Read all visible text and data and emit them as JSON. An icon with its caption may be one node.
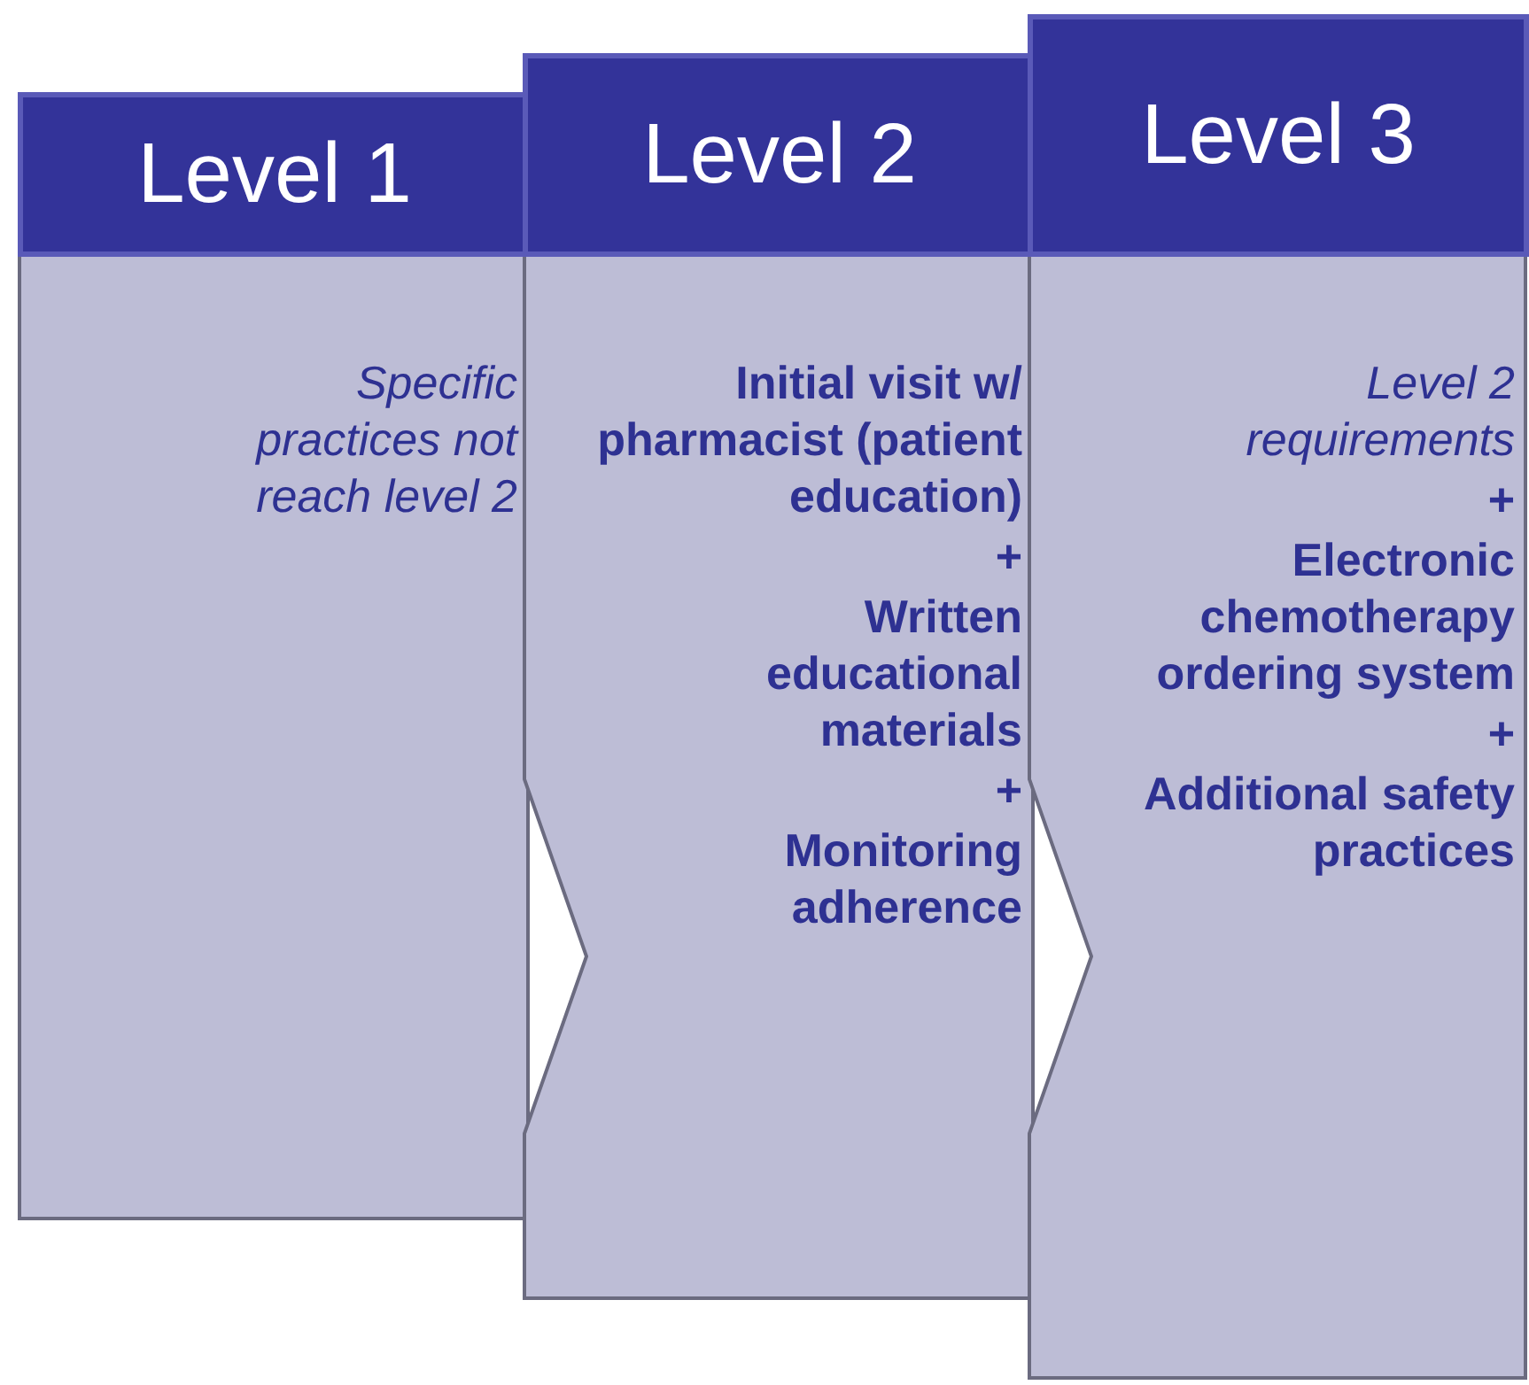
{
  "diagram": {
    "nodes": [
      {
        "text": [
          "Level 1",
          "Specific practices not reach level 2"
        ]
      },
      {
        "text": [
          "Level 2",
          "Initial visit w/ pharmacist (patient education)",
          "+",
          "Written educational materials",
          "+",
          "Monitoring adherence"
        ]
      },
      {
        "text": [
          "Level 3",
          "Level 2 requirements",
          "+",
          "Electronic chemotherapy ordering system",
          "+",
          "Additional safety practices"
        ]
      }
    ]
  }
}
